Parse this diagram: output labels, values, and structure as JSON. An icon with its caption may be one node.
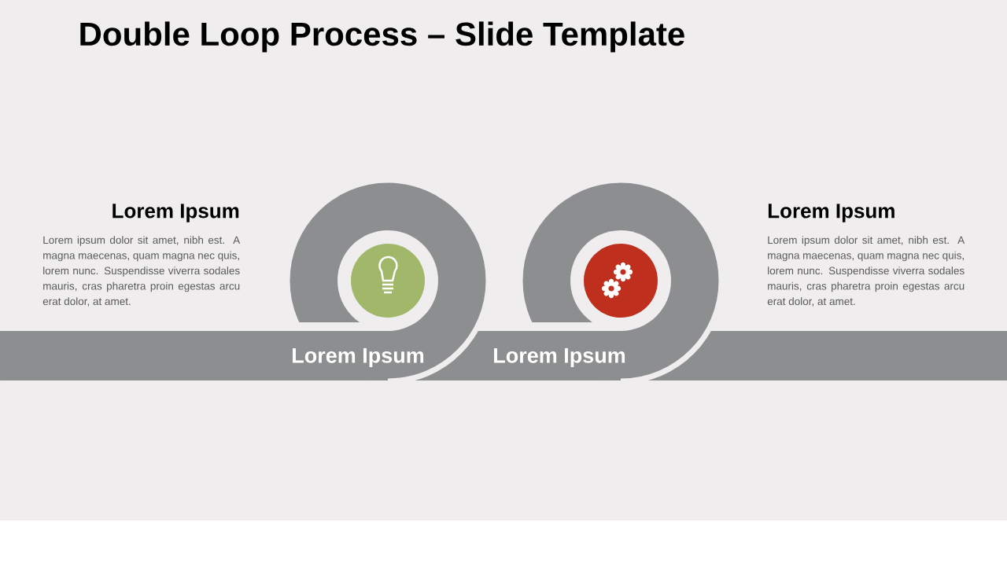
{
  "diagram": {
    "title": "Double Loop Process – Slide Template",
    "nodes": [
      {
        "text": [
          "Lorem Ipsum"
        ]
      },
      {
        "text": [
          "Lorem Ipsum"
        ]
      },
      {
        "text": [],
        "shape": "circle",
        "in": 0
      },
      {
        "text": [],
        "shape": "circle",
        "in": 1
      }
    ],
    "labels": [
      "Lorem Ipsum",
      "Lorem ipsum dolor sit amet, nibh est. A magna maecenas, quam magna nec quis, lorem nunc. Suspendisse viverra sodales mauris, cras pharetra proin egestas arcu erat dolor, at amet.",
      "Lorem Ipsum",
      "Lorem ipsum dolor sit amet, nibh est. A magna maecenas, quam magna nec quis, lorem nunc. Suspendisse viverra sodales mauris, cras pharetra proin egestas arcu erat dolor, at amet."
    ]
  }
}
